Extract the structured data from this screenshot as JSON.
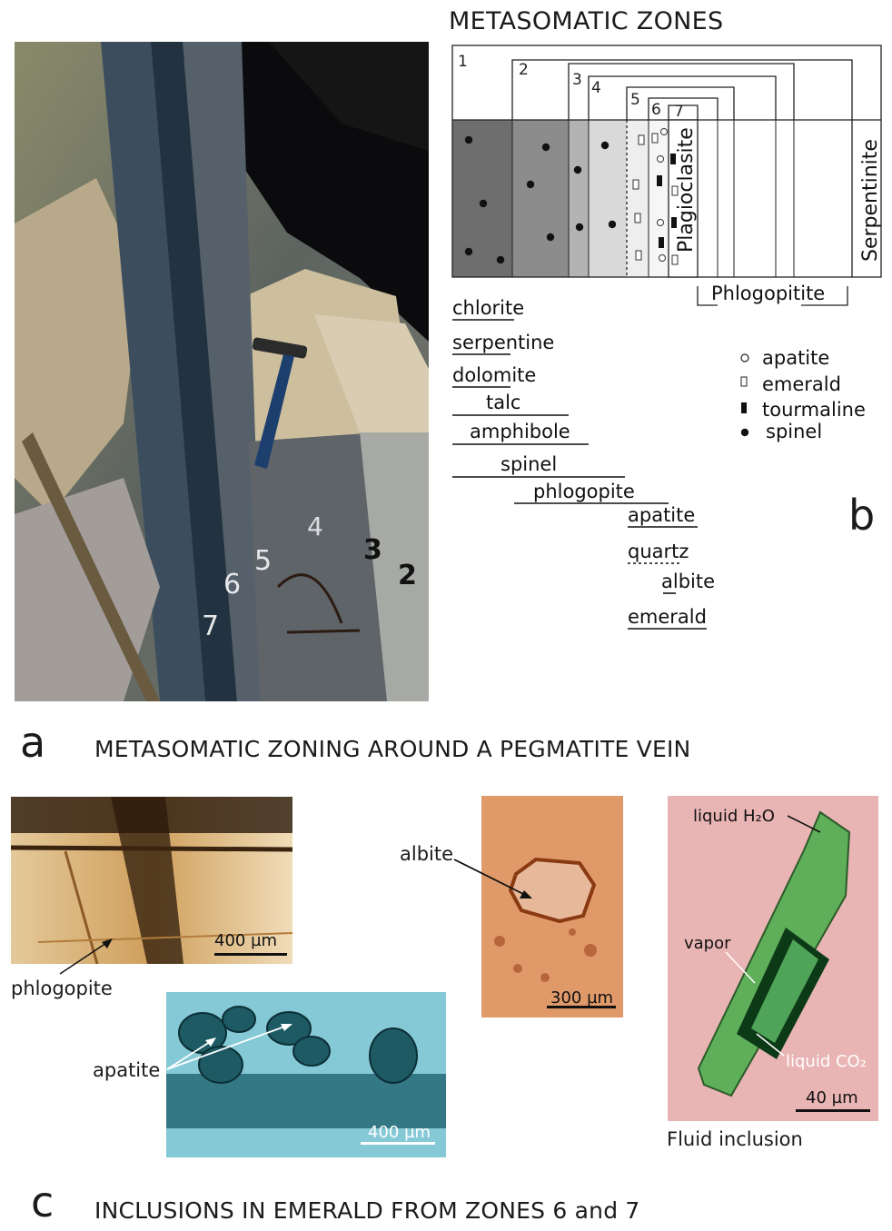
{
  "diagram_title": "METASOMATIC ZONES",
  "zone_numbers": [
    "1",
    "2",
    "3",
    "4",
    "5",
    "6",
    "7"
  ],
  "rock_labels": {
    "plagioclasite": "Plagioclasite",
    "serpentinite": "Serpentinite",
    "phlogopitite": "Phlogopitite"
  },
  "minerals": [
    "chlorite",
    "serpentine",
    "dolomite",
    "talc",
    "amphibole",
    "spinel",
    "phlogopite",
    "apatite",
    "quartz",
    "albite",
    "emerald"
  ],
  "legend": [
    {
      "symbol": "open-circle",
      "label": "apatite"
    },
    {
      "symbol": "open-rect",
      "label": "emerald"
    },
    {
      "symbol": "filled-rect",
      "label": "tourmaline"
    },
    {
      "symbol": "filled-dot",
      "label": "spinel"
    }
  ],
  "panel_letters": {
    "a": "a",
    "b": "b",
    "c": "c"
  },
  "photo_a_zone_labels": [
    "4",
    "5",
    "6",
    "7",
    "3",
    "2"
  ],
  "caption_a": "METASOMATIC ZONING AROUND A PEGMATITE VEIN",
  "caption_c": "INCLUSIONS IN EMERALD FROM ZONES 6 and 7",
  "micrographs": {
    "phlogopite": {
      "label": "phlogopite",
      "scale": "400 µm"
    },
    "apatite": {
      "label": "apatite",
      "scale": "400 µm"
    },
    "albite": {
      "label": "albite",
      "scale": "300 µm"
    },
    "fluid": {
      "liquid_h2o": "liquid H₂O",
      "vapor": "vapor",
      "liquid_co2": "liquid CO₂",
      "scale": "40 µm",
      "caption": "Fluid inclusion"
    }
  },
  "colors": {
    "zone1": "#6e6e6e",
    "zone2": "#8c8c8c",
    "zone3": "#b3b3b3",
    "zone4": "#d9d9d9",
    "zone5": "#eeeeee"
  }
}
